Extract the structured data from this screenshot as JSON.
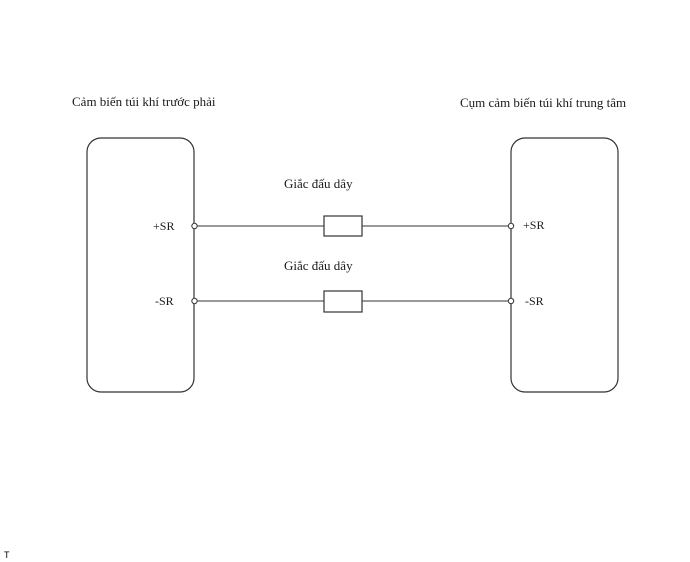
{
  "diagram": {
    "left_component": {
      "label": "Cảm biến túi khí trước phải",
      "pin_top": "+SR",
      "pin_bottom": "-SR"
    },
    "right_component": {
      "label": "Cụm cảm biến túi khí trung tâm",
      "pin_top": "+SR",
      "pin_bottom": "-SR"
    },
    "connectors": [
      {
        "label": "Giắc đấu dây"
      },
      {
        "label": "Giắc đấu dây"
      }
    ],
    "corner_mark": "T"
  },
  "colors": {
    "line": "#333333",
    "background": "#ffffff"
  }
}
